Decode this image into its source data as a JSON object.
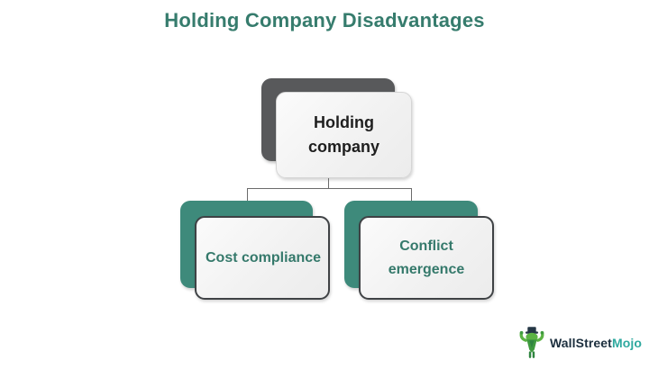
{
  "page": {
    "title": "Holding Company Disadvantages"
  },
  "diagram": {
    "type": "org-chart",
    "root": {
      "label": "Holding company"
    },
    "children": [
      {
        "label": "Cost compliance"
      },
      {
        "label": "Conflict emergence"
      }
    ]
  },
  "logo": {
    "text_primary": "WallStreet",
    "text_accent": "Mojo",
    "icon": "bull-mascot-icon"
  },
  "colors": {
    "title_text": "#367c6d",
    "teal_shadow_box": "#3e8a7b",
    "dark_shadow_box": "#58595b",
    "front_box_bg": "#f4f4f4",
    "front_box_border_light": "#d5d5d5",
    "front_box_border_dark": "#3f4245",
    "root_label_text": "#1f1f1f",
    "child_label_text": "#35796b",
    "connector_line": "#6b6b6b",
    "logo_primary": "#1c2f3e",
    "logo_accent": "#2fa99f",
    "background": "#ffffff"
  }
}
